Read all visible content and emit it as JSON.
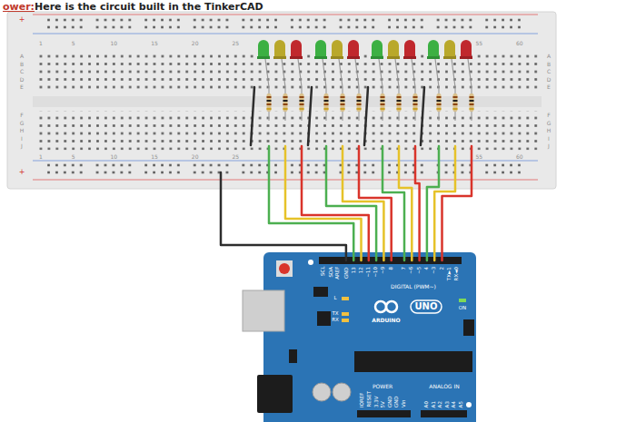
{
  "diagram": {
    "labels": [
      "ower:",
      "Here is the circuit built in the TinkerCAD",
      "+",
      "+",
      "1",
      "5",
      "10",
      "15",
      "20",
      "25",
      "55",
      "60",
      "1",
      "5",
      "10",
      "15",
      "20",
      "25",
      "55",
      "60",
      "A",
      "B",
      "C",
      "D",
      "E",
      "F",
      "G",
      "H",
      "I",
      "J",
      "A",
      "B",
      "C",
      "D",
      "E",
      "F",
      "G",
      "H",
      "I",
      "J",
      "SCL",
      "SDA",
      "AREF",
      "GND",
      "13",
      "12",
      "~11",
      "~10",
      "~9",
      "8",
      "7",
      "~6",
      "~5",
      "4",
      "~3",
      "2",
      "TX►1",
      "RX◄0",
      "DIGITAL (PWM~)",
      "L",
      "TX",
      "RX",
      "UNO",
      "ARDUINO",
      "ON",
      "IOREF",
      "RESET",
      "3.3V",
      "5V",
      "GND",
      "GND",
      "Vin",
      "POWER",
      "ANALOG IN",
      "A0",
      "A1",
      "A2",
      "A3",
      "A4",
      "A5"
    ]
  }
}
